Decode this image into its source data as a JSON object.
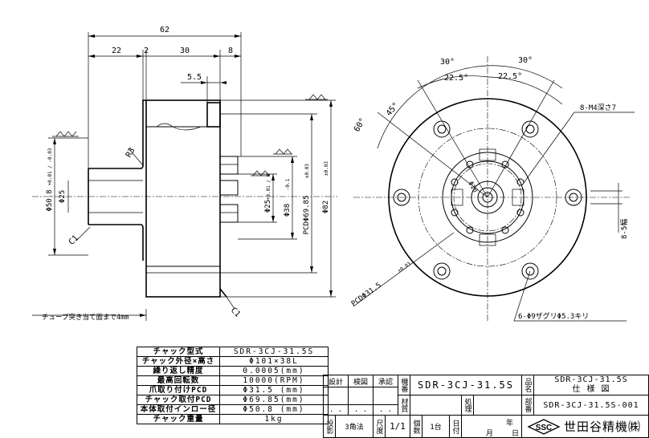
{
  "drawing": {
    "dims": {
      "overall": "62",
      "d22": "22",
      "d2": "2",
      "d30": "30",
      "d8": "8",
      "d55": "5.5",
      "r3": "R3",
      "dia508": "Φ50.8",
      "dia508_tol": "+0.01 / -0.03",
      "dia25": "Φ25",
      "dia25h": "Φ25",
      "dia25h_tol": "+0.01 / 0",
      "dia38": "Φ38",
      "dia38_tol": "-0.1",
      "pcd6985": "PCDΦ69.85",
      "pcd6985_tol": "±0.03",
      "dia82": "Φ82",
      "dia82_tol": "±0.03",
      "c1a": "C1",
      "c1b": "C1",
      "tube_note": "チューブ突き当て面まで4mm",
      "ang30a": "30°",
      "ang30b": "30°",
      "ang225a": "22.5°",
      "ang225b": "22.5°",
      "ang45": "45°",
      "ang60": "60°",
      "m4": "8-M4深さ7",
      "phi10": "Φ10",
      "slot": "8-5幅",
      "pcd315": "PCDΦ31.5",
      "pcd315_tol": "±0.03",
      "cbore": "6-Φ9ザグリΦ5.3キリ"
    }
  },
  "spec_table": [
    {
      "label": "チャック型式",
      "value": "SDR-3CJ-31.5S"
    },
    {
      "label": "チャック外径×高さ",
      "value": "Φ101×38L"
    },
    {
      "label": "繰り返し精度",
      "value": "0.0005(mm)"
    },
    {
      "label": "最高回転数",
      "value": "10000(RPM)"
    },
    {
      "label": "爪取り付けPCD",
      "value": "Φ31.5 (mm)"
    },
    {
      "label": "チャック取付PCD",
      "value": "Φ69.85(mm)"
    },
    {
      "label": "本体取付インロー径",
      "value": "Φ50.8 (mm)"
    },
    {
      "label": "チャック重量",
      "value": "1kg"
    }
  ],
  "title_block": {
    "design": "設計",
    "check": "検図",
    "approve": "承認",
    "dots": ". .",
    "model_label": "機番",
    "model": "SDR-3CJ-31.5S",
    "material_label": "材質",
    "treatment_label": "処理",
    "name_label": "品名",
    "name_model": "SDR-3CJ-31.5S",
    "name_title": "仕 様 図",
    "drawing_no_label": "部番",
    "drawing_no": "SDR-3CJ-31.5S-001",
    "projection_label": "投影",
    "projection": "3角法",
    "scale_label": "尺度",
    "scale": "1/1",
    "qty_label": "個数",
    "qty": "1台",
    "date_label": "日付",
    "year": "年",
    "month": "月",
    "day": "日",
    "company": "世田谷精機㈱",
    "logo_text": "SSC"
  }
}
